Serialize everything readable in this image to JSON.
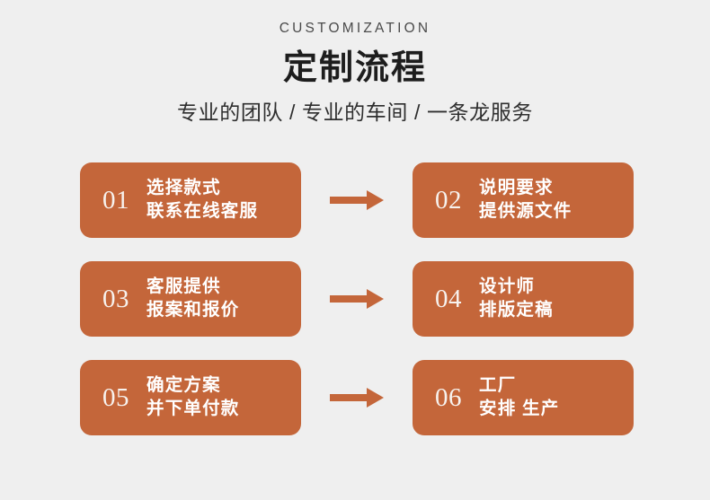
{
  "theme": {
    "background": "#efefef",
    "accent": "#c4663a",
    "card_text": "#ffffff",
    "number_text": "#f7f2ee",
    "title_text": "#1d1d1d"
  },
  "header": {
    "eyebrow": "CUSTOMIZATION",
    "title": "定制流程",
    "subtitle": "专业的团队 / 专业的车间 / 一条龙服务"
  },
  "flow": {
    "arrow_icon": "arrow-right-icon",
    "rows": [
      {
        "left": {
          "number": "01",
          "line1": "选择款式",
          "line2": "联系在线客服"
        },
        "arrow": true,
        "right": {
          "number": "02",
          "line1": "说明要求",
          "line2": "提供源文件"
        }
      },
      {
        "left": {
          "number": "03",
          "line1": "客服提供",
          "line2": "报案和报价"
        },
        "arrow": true,
        "right": {
          "number": "04",
          "line1": "设计师",
          "line2": "排版定稿"
        }
      },
      {
        "left": {
          "number": "05",
          "line1": "确定方案",
          "line2": "并下单付款"
        },
        "arrow": true,
        "right": {
          "number": "06",
          "line1": "工厂",
          "line2": "安排 生产"
        }
      }
    ]
  }
}
